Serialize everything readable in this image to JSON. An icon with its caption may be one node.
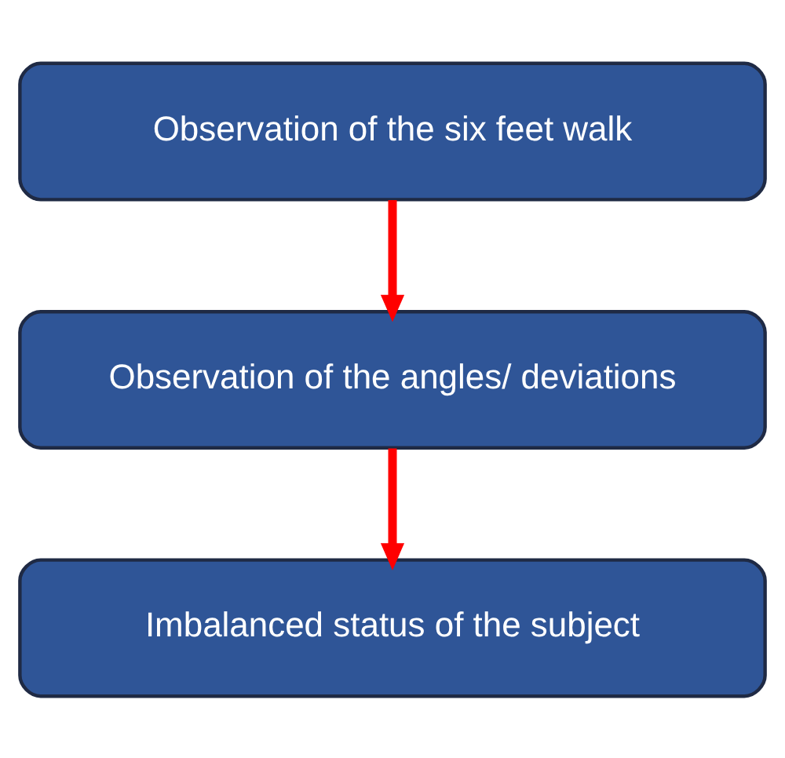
{
  "diagram": {
    "nodes": [
      {
        "text": [
          "Observation of the six feet walk"
        ]
      },
      {
        "text": [
          "Observation of the angles/ deviations"
        ]
      },
      {
        "text": [
          "Imbalanced status of the subject"
        ]
      }
    ],
    "edges": [
      {
        "from": 0,
        "to": 1,
        "arrow": "to"
      },
      {
        "from": 1,
        "to": 2,
        "arrow": "to"
      }
    ]
  }
}
